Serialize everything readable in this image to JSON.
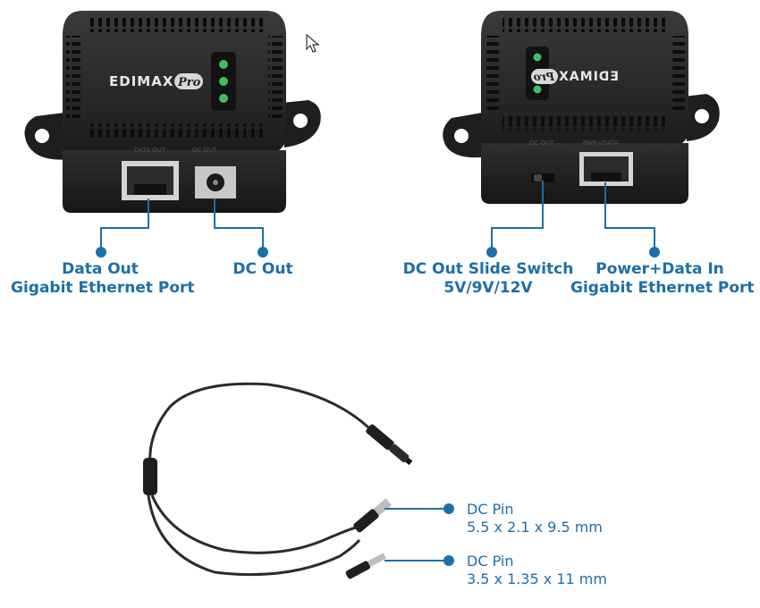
{
  "device_left": {
    "brand": "EDIMAX Pro",
    "port_label_rj45": "DATA OUT",
    "port_label_dc": "DC OUT",
    "callouts": [
      {
        "line1": "Data Out",
        "line2": "Gigabit Ethernet Port"
      },
      {
        "line1": "DC Out",
        "line2": ""
      }
    ]
  },
  "device_right": {
    "brand": "EDIMAX Pro",
    "port_label_switch": "DC OUT",
    "port_label_rj45": "PWR+DATA",
    "callouts": [
      {
        "line1": "DC Out Slide Switch",
        "line2": "5V/9V/12V"
      },
      {
        "line1": "Power+Data In",
        "line2": "Gigabit Ethernet Port"
      }
    ]
  },
  "cable": {
    "pins": [
      {
        "line1": "DC Pin",
        "line2": "5.5 x 2.1 x 9.5 mm"
      },
      {
        "line1": "DC Pin",
        "line2": "3.5 x 1.35 x 11 mm"
      }
    ]
  },
  "colors": {
    "accent": "#1d6fa8",
    "device_body": "#2a2a2a",
    "device_top": "#1f1f1f",
    "led": "#3fbf5a",
    "cable": "#2b2b2b"
  },
  "icons": {
    "cursor": "mouse-pointer-icon"
  }
}
